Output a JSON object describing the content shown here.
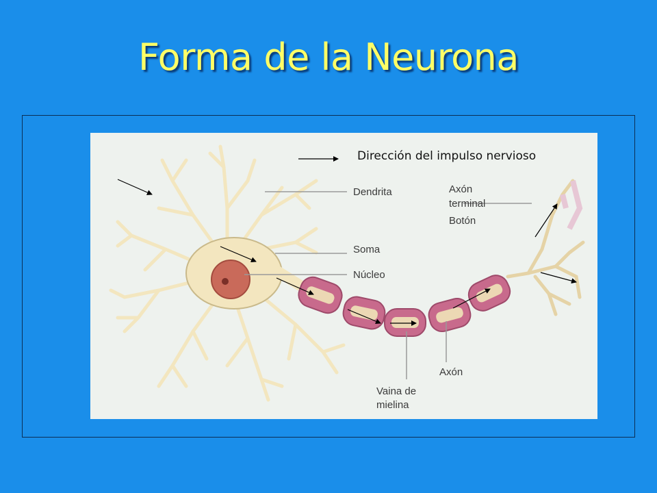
{
  "slide": {
    "title": "Forma de la Neurona",
    "legend_text": "Dirección del impulso nervioso"
  },
  "labels": {
    "dendrita": "Dendrita",
    "axon_terminal_1": "Axón",
    "axon_terminal_2": "terminal",
    "boton": "Botón",
    "soma": "Soma",
    "nucleo": "Núcleo",
    "vaina_1": "Vaina de",
    "vaina_2": "mielina",
    "axon": "Axón"
  },
  "colors": {
    "background": "#1a8eea",
    "title": "#ffff66",
    "figure_bg": "#eef2ee",
    "cell_body": "#f3e6bf",
    "cell_outline": "#c9b98a",
    "nucleus": "#c96a5a",
    "myelin": "#c86a8c",
    "arrow": "#000000"
  }
}
